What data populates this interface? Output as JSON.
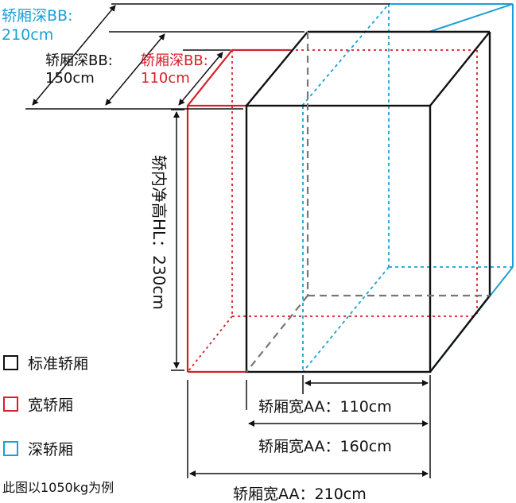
{
  "colors": {
    "standard": "#111111",
    "wide": "#d4202a",
    "deep": "#1aa0d8",
    "dimension": "#111111",
    "hidden_edge": "#777777"
  },
  "labels": {
    "deep_depth_name": "轿厢深BB:",
    "deep_depth_value": "210cm",
    "std_depth_name": "轿厢深BB:",
    "std_depth_value": "150cm",
    "wide_depth_name": "轿厢深BB:",
    "wide_depth_value": "110cm",
    "height": "轿内净高HL：230cm",
    "width_small": "轿厢宽AA：110cm",
    "width_mid": "轿厢宽AA：160cm",
    "width_large": "轿厢宽AA：210cm"
  },
  "legend": {
    "items": [
      {
        "label": "标准轿厢",
        "color": "#111111"
      },
      {
        "label": "宽轿厢",
        "color": "#d4202a"
      },
      {
        "label": "深轿厢",
        "color": "#1aa0d8"
      }
    ],
    "note": "此图以1050kg为例"
  }
}
